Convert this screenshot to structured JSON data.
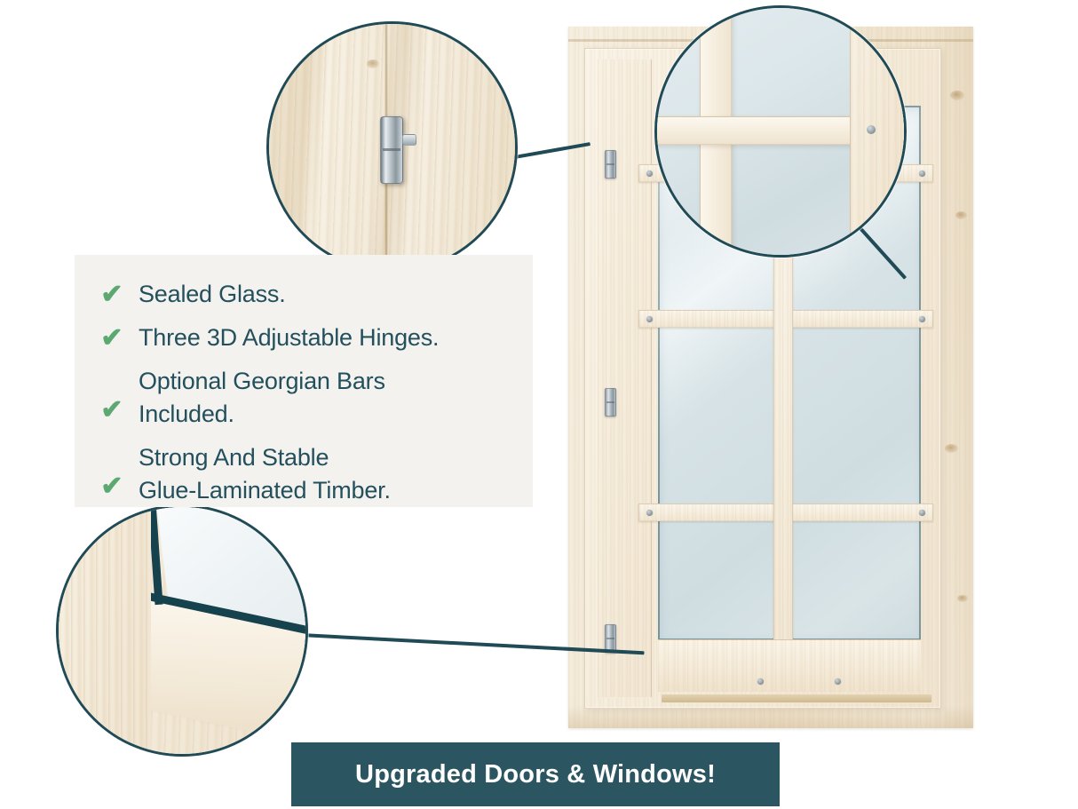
{
  "banner": {
    "text": "Upgraded Doors & Windows!",
    "background_color": "#2b5560",
    "text_color": "#ffffff"
  },
  "features_panel": {
    "background_color": "#f3f2ef",
    "text_color": "#23505c",
    "check_color": "#5ba870",
    "check_glyph": "✔",
    "items": [
      {
        "text": "Sealed Glass.",
        "lines": [
          "Sealed Glass."
        ]
      },
      {
        "text": "Three 3D Adjustable Hinges.",
        "lines": [
          "Three 3D Adjustable Hinges."
        ]
      },
      {
        "text": "Optional Georgian Bars Included.",
        "lines": [
          "Optional Georgian Bars",
          "Included."
        ]
      },
      {
        "text": "Strong And Stable Glue-Laminated Timber.",
        "lines": [
          "Strong And Stable",
          "Glue-Laminated Timber."
        ]
      }
    ]
  },
  "callouts": {
    "accent_color": "#1f4a56",
    "hinge": {
      "subject": "3d-adjustable-hinge-closeup"
    },
    "georgian_bars": {
      "subject": "georgian-glazing-bar-closeup"
    },
    "corner_joint": {
      "subject": "sealed-glass-corner-joint-closeup"
    }
  },
  "product": {
    "subject": "glue-laminated-timber-window-with-georgian-bars",
    "glass_color": "#d4dfe2",
    "timber_color": "#f3ead9"
  }
}
